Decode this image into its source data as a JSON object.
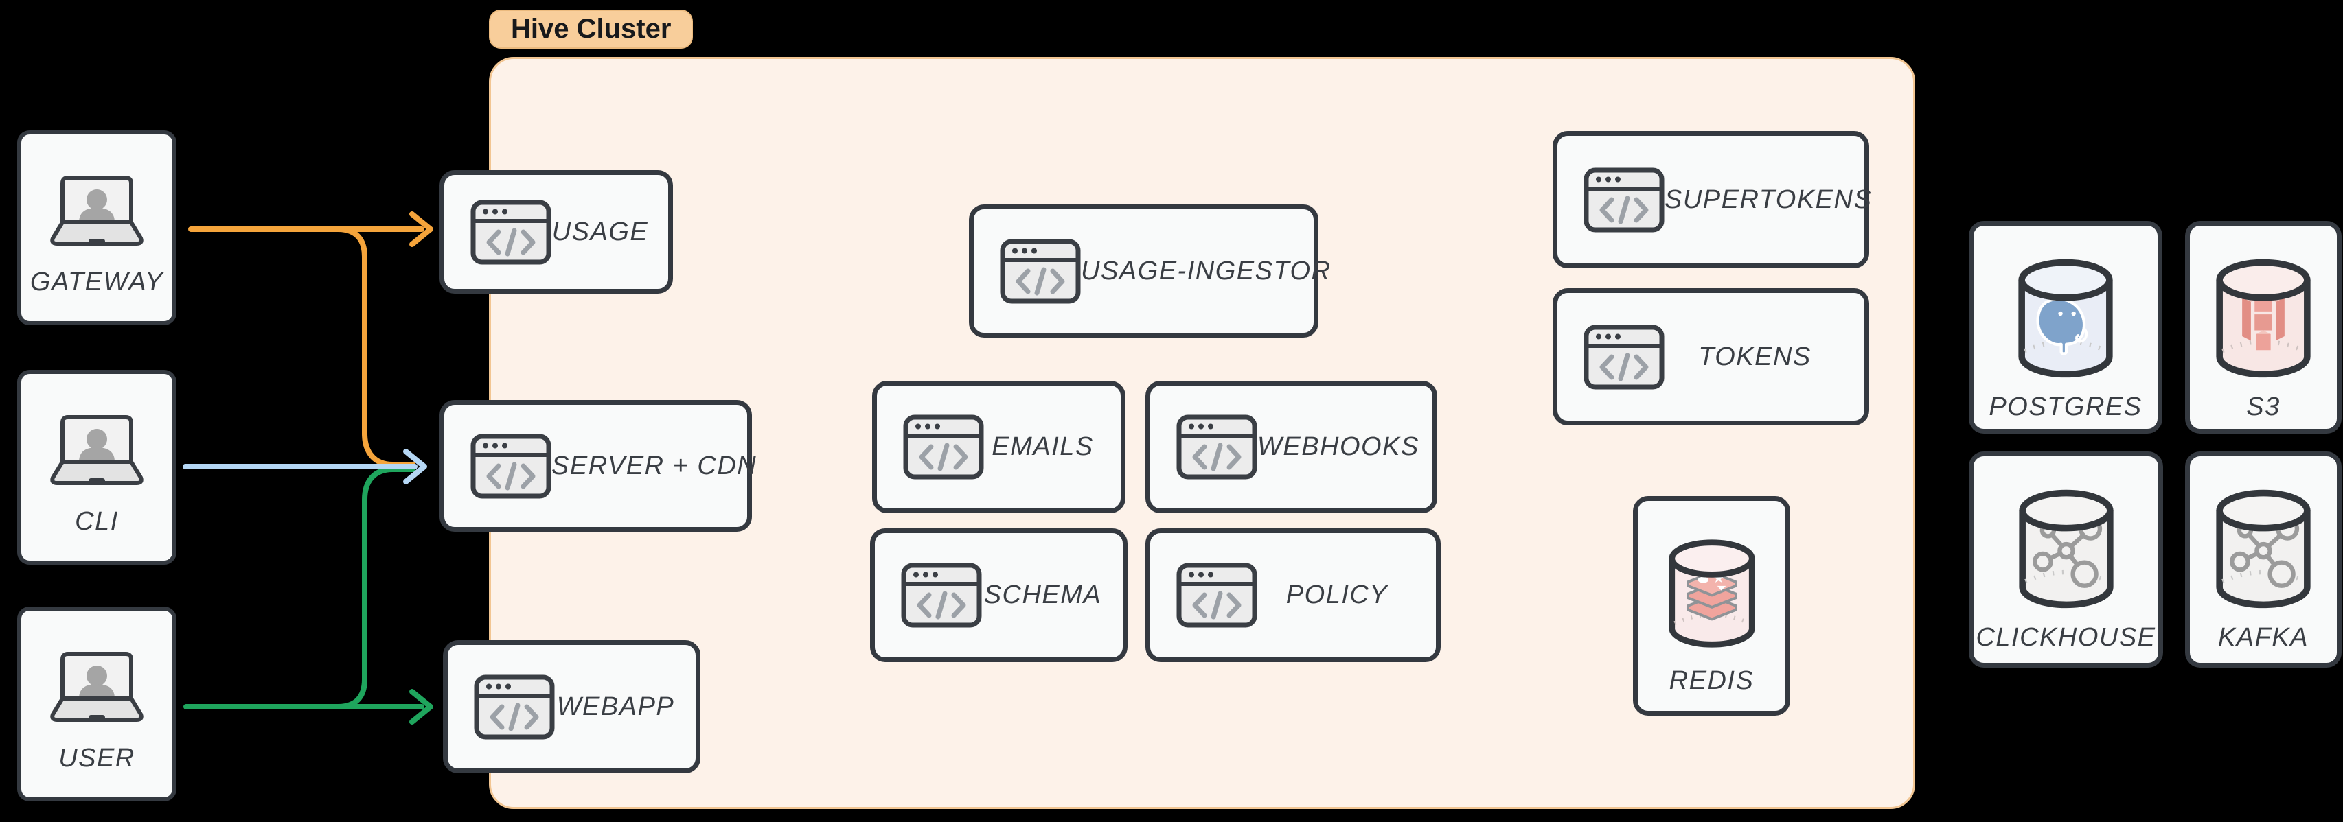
{
  "diagram": {
    "cluster": {
      "label": "Hive Cluster"
    },
    "clients": [
      {
        "id": "gateway",
        "label": "GATEWAY"
      },
      {
        "id": "cli",
        "label": "CLI"
      },
      {
        "id": "user",
        "label": "USER"
      }
    ],
    "services": [
      {
        "id": "usage",
        "label": "USAGE"
      },
      {
        "id": "server-cdn",
        "label": "SERVER + CDN"
      },
      {
        "id": "webapp",
        "label": "WEBAPP"
      },
      {
        "id": "usage-ingestor",
        "label": "USAGE-INGESTOR"
      },
      {
        "id": "emails",
        "label": "EMAILS"
      },
      {
        "id": "webhooks",
        "label": "WEBHOOKS"
      },
      {
        "id": "schema",
        "label": "SCHEMA"
      },
      {
        "id": "policy",
        "label": "POLICY"
      },
      {
        "id": "supertokens",
        "label": "SUPERTOKENS"
      },
      {
        "id": "tokens",
        "label": "TOKENS"
      },
      {
        "id": "redis",
        "label": "REDIS"
      }
    ],
    "databases": [
      {
        "id": "postgres",
        "label": "POSTGRES",
        "icon": "postgres-cylinder-icon"
      },
      {
        "id": "s3",
        "label": "S3",
        "icon": "s3-cylinder-icon"
      },
      {
        "id": "clickhouse",
        "label": "CLICKHOUSE",
        "icon": "graph-cylinder-icon"
      },
      {
        "id": "kafka",
        "label": "KAFKA",
        "icon": "graph-cylinder-icon"
      }
    ],
    "connections": [
      {
        "from": "GATEWAY",
        "to": "USAGE",
        "color": "#F5A43B"
      },
      {
        "from": "GATEWAY",
        "to": "SERVER + CDN",
        "color": "#F5A43B"
      },
      {
        "from": "CLI",
        "to": "SERVER + CDN",
        "color": "#B5D7F5"
      },
      {
        "from": "USER",
        "to": "SERVER + CDN",
        "color": "#1FA55D"
      },
      {
        "from": "USER",
        "to": "WEBAPP",
        "color": "#1FA55D"
      }
    ],
    "colors": {
      "background": "#000000",
      "cluster_fill": "#FDF2E9",
      "cluster_border": "#F2C693",
      "cluster_label_fill": "#F8CE9B",
      "node_fill": "#F9FAFA",
      "node_border": "#343940",
      "label_text": "#3A3E44",
      "arrow_orange": "#F5A43B",
      "arrow_blue": "#B5D7F5",
      "arrow_green": "#1FA55D"
    }
  }
}
